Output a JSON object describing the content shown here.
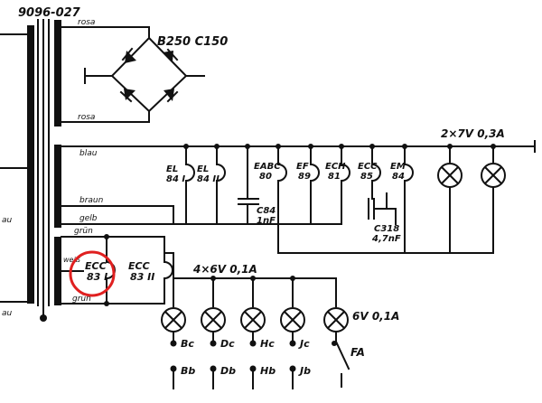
{
  "transformer": {
    "part_number": "9096-027",
    "wire_labels": {
      "rosa_top": "rosa",
      "rosa_bottom": "rosa",
      "blau": "blau",
      "braun": "braun",
      "gelb": "gelb",
      "gruen_top": "grün",
      "gruen_bottom": "grün",
      "weiss": "weiß",
      "left_au": "au",
      "left_bottom_au": "au"
    }
  },
  "rectifier": {
    "label": "B250 C150"
  },
  "heater_rail": {
    "pilot_lamps_label": "2×7V 0,3A"
  },
  "tubes": [
    {
      "name": "EL",
      "num": "84 I"
    },
    {
      "name": "EL",
      "num": "84 II"
    },
    {
      "name": "EABC",
      "num": "80"
    },
    {
      "name": "EF",
      "num": "89"
    },
    {
      "name": "ECH",
      "num": "81"
    },
    {
      "name": "ECC",
      "num": "85"
    },
    {
      "name": "EM",
      "num": "84"
    }
  ],
  "ecc83": [
    {
      "name": "ECC",
      "num": "83 I"
    },
    {
      "name": "ECC",
      "num": "83 II"
    }
  ],
  "capacitors": {
    "c84": {
      "name": "C84",
      "value": "1nF"
    },
    "c318": {
      "name": "C318",
      "value": "4,7nF"
    }
  },
  "dial_lamps": {
    "group_label": "4×6V 0,1A",
    "single_label": "6V 0,1A",
    "switch_label": "FA",
    "upper_terminals": [
      "Bc",
      "Dc",
      "Hc",
      "Jc"
    ],
    "lower_terminals": [
      "Bb",
      "Db",
      "Hb",
      "Jb"
    ]
  },
  "highlight": {
    "color": "#e02020"
  }
}
